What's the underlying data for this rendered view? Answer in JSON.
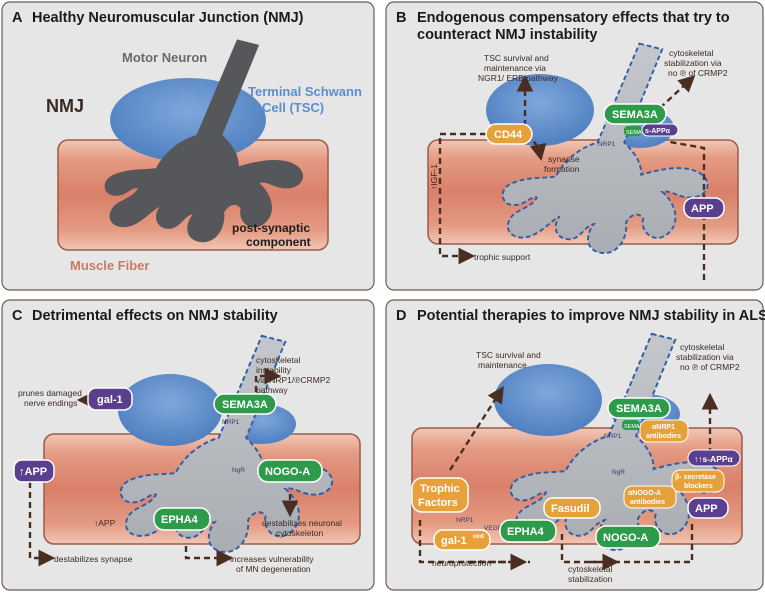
{
  "panels": {
    "a": {
      "letter": "A",
      "title": "Healthy Neuromuscular Junction (NMJ)",
      "motor_neuron": "Motor Neuron",
      "tsc_line1": "Terminal Schwann",
      "tsc_line2": "Cell (TSC)",
      "nmj": "NMJ",
      "post_line1": "post-synaptic",
      "post_line2": "component",
      "muscle": "Muscle Fiber"
    },
    "b": {
      "letter": "B",
      "title_line1": "Endogenous compensatory effects that try to",
      "title_line2": "counteract NMJ instability",
      "tsc_line1": "TSC survival and",
      "tsc_line2": "maintenance via",
      "tsc_line3": "NGR1/ ERB pathway",
      "cyto_line1": "cytoskeletal",
      "cyto_line2": "stabilization via",
      "cyto_line3": "no ℗ of CRMP2",
      "sema3a": "SEMA3A",
      "cd44": "CD44",
      "sema": "SEMA",
      "sapp": "s-APPα",
      "nrp1": "NRP1",
      "synapse_line1": "synapse",
      "synapse_line2": "formation",
      "igf": "↑IGF-1",
      "app": "APP",
      "trophic": "trophic support"
    },
    "c": {
      "letter": "C",
      "title": "Detrimental effects on NMJ stability",
      "cyto_line1": "cytoskeletal",
      "cyto_line2": "instability",
      "cyto_line3": "via NRP1/℗CRMP2",
      "cyto_line4": "pathway",
      "prunes_line1": "prunes damaged",
      "prunes_line2": "nerve endings",
      "gal1": "gal-1",
      "sema3a": "SEMA3A",
      "nrp1": "NRP1",
      "ngr": "NgR",
      "nogoa": "NOGO-A",
      "app_up": "↑APP",
      "app_small": "↑APP",
      "epha4": "EPHA4",
      "destab_neu_line1": "destabilizes neuronal",
      "destab_neu_line2": "cytoskeleton",
      "destab_syn": "destabilizes synapse",
      "vuln_line1": "increases vulnerability",
      "vuln_line2": "of MN degeneration"
    },
    "d": {
      "letter": "D",
      "title": "Potential therapies to improve NMJ stability in ALS",
      "tsc_line1": "TSC survival and",
      "tsc_line2": "maintenance",
      "cyto_line1": "cytoskeletal",
      "cyto_line2": "stabilization via",
      "cyto_line3": "no ℗ of CRMP2",
      "sema3a": "SEMA3A",
      "sema": "SEMA",
      "anti_nrp1_line1": "αNRP1",
      "anti_nrp1_line2": "antibodies",
      "nrp1": "NRP1",
      "sapp": "↑↑s-APPα",
      "bsec_line1": "β- secretase",
      "bsec_line2": "blockers",
      "trophic_line1": "Trophic",
      "trophic_line2": "Factors",
      "nrp1b": "NRP1",
      "vegfr2": "VEGFR2",
      "gal1ox": "gal-1",
      "gal1ox_sup": "oxd",
      "ngr": "NgR",
      "anti_nogo_line1": "αNOGO-A",
      "anti_nogo_line2": "antibodies",
      "fasudil": "Fasudil",
      "epha4": "EPHA4",
      "nogoa": "NOGO-A",
      "app": "APP",
      "neuro": "neuroprotection",
      "cstab_line1": "cytoskeletal",
      "cstab_line2": "stabilization"
    }
  },
  "colors": {
    "panel_bg": "#e7e6e6",
    "neuron": "#5a5c5f",
    "neuron_pale": "#b9bdc2",
    "tsc": "#5b8fcf",
    "muscle": "#e39a82",
    "green": "#2e9b4a",
    "purple": "#5b3f8f",
    "orange": "#e7a13a",
    "arrow": "#4a2e22"
  }
}
